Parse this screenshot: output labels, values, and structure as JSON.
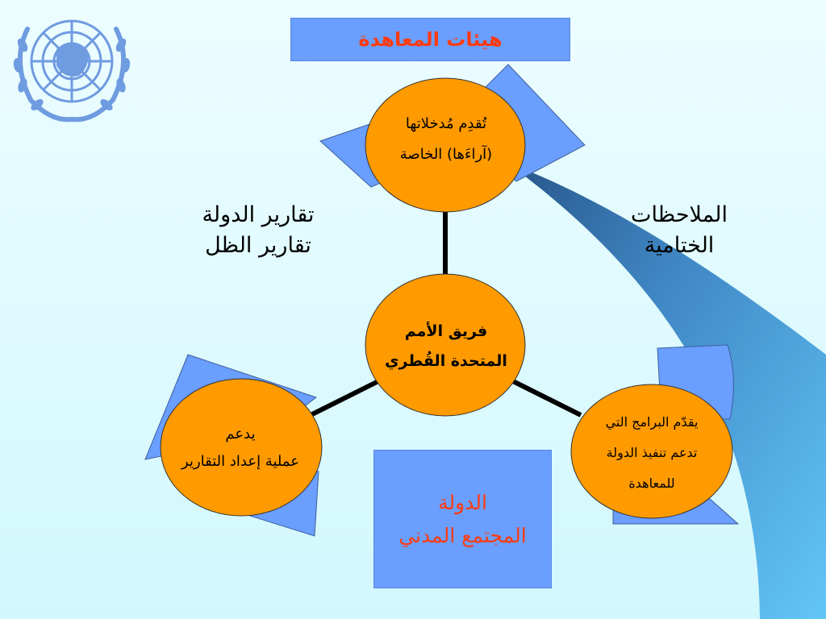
{
  "title": "هيئات المعاهدة",
  "top_circle": {
    "line1": "تُقدِم مُدخلاتها",
    "line2": "(آراءَها) الخاصة"
  },
  "center_circle": {
    "line1": "فريق الأمم",
    "line2": "المتحدة القُطري"
  },
  "left_circle": {
    "line1": "يدعم",
    "line2": "عملية إعداد التقارير"
  },
  "right_circle": {
    "line1": "يقدّم البرامج التي",
    "line2": "تدعم تنفيذ الدولة",
    "line3": "للمعاهدة"
  },
  "left_label": {
    "line1": "تقارير الدولة",
    "line2": "تقارير الظل"
  },
  "right_label": {
    "line1": "الملاحظات",
    "line2": "الختامية"
  },
  "civil_box": {
    "line1": "الدولة",
    "line2": "المجتمع المدني"
  },
  "colors": {
    "circle_fill": "#ff9a00",
    "box_fill": "#6a9eff",
    "title_text": "#ff3b10",
    "emblem": "#6f9be0"
  },
  "icons": [
    "un-emblem-icon"
  ]
}
